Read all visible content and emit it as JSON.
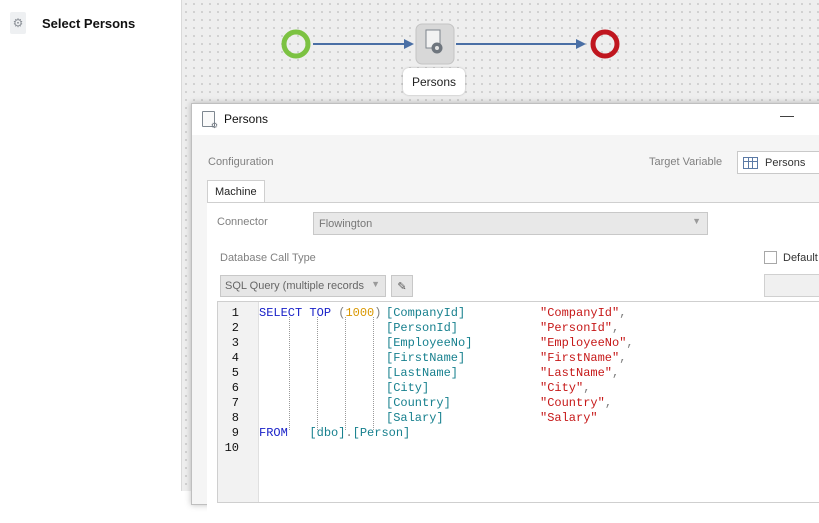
{
  "flow_list": {
    "item_label": "Select Persons",
    "item_icon": "gear-icon"
  },
  "canvas": {
    "node_label": "Persons"
  },
  "dialog": {
    "title": "Persons",
    "minimize_label": "—",
    "configuration_label": "Configuration",
    "target_variable_label": "Target Variable",
    "target_variable_value": "Persons",
    "tab_label": "Machine",
    "connector_label": "Connector",
    "connector_value": "Flowington",
    "db_call_type_label": "Database Call Type",
    "db_call_type_value": "SQL Query (multiple records",
    "default_label": "Default"
  },
  "code": {
    "line_numbers": [
      "1",
      "2",
      "3",
      "4",
      "5",
      "6",
      "7",
      "8",
      "9",
      "10"
    ],
    "keywords": {
      "select": "SELECT",
      "top": "TOP",
      "from": "FROM"
    },
    "top_value": "1000",
    "open_paren": "(",
    "close_paren": ")",
    "columns": [
      "[CompanyId]",
      "[PersonId]",
      "[EmployeeNo]",
      "[FirstName]",
      "[LastName]",
      "[City]",
      "[Country]",
      "[Salary]"
    ],
    "aliases": [
      "\"CompanyId\"",
      "\"PersonId\"",
      "\"EmployeeNo\"",
      "\"FirstName\"",
      "\"LastName\"",
      "\"City\"",
      "\"Country\"",
      "\"Salary\""
    ],
    "comma": ",",
    "schema": "[dbo]",
    "dot": ".",
    "table": "[Person]"
  },
  "colors": {
    "start_node": "#7cc242",
    "end_node": "#c0161f",
    "connector_arrow": "#4a6fa5",
    "keyword": "#1a22c8",
    "string": "#c61818",
    "identifier": "#17808e"
  }
}
